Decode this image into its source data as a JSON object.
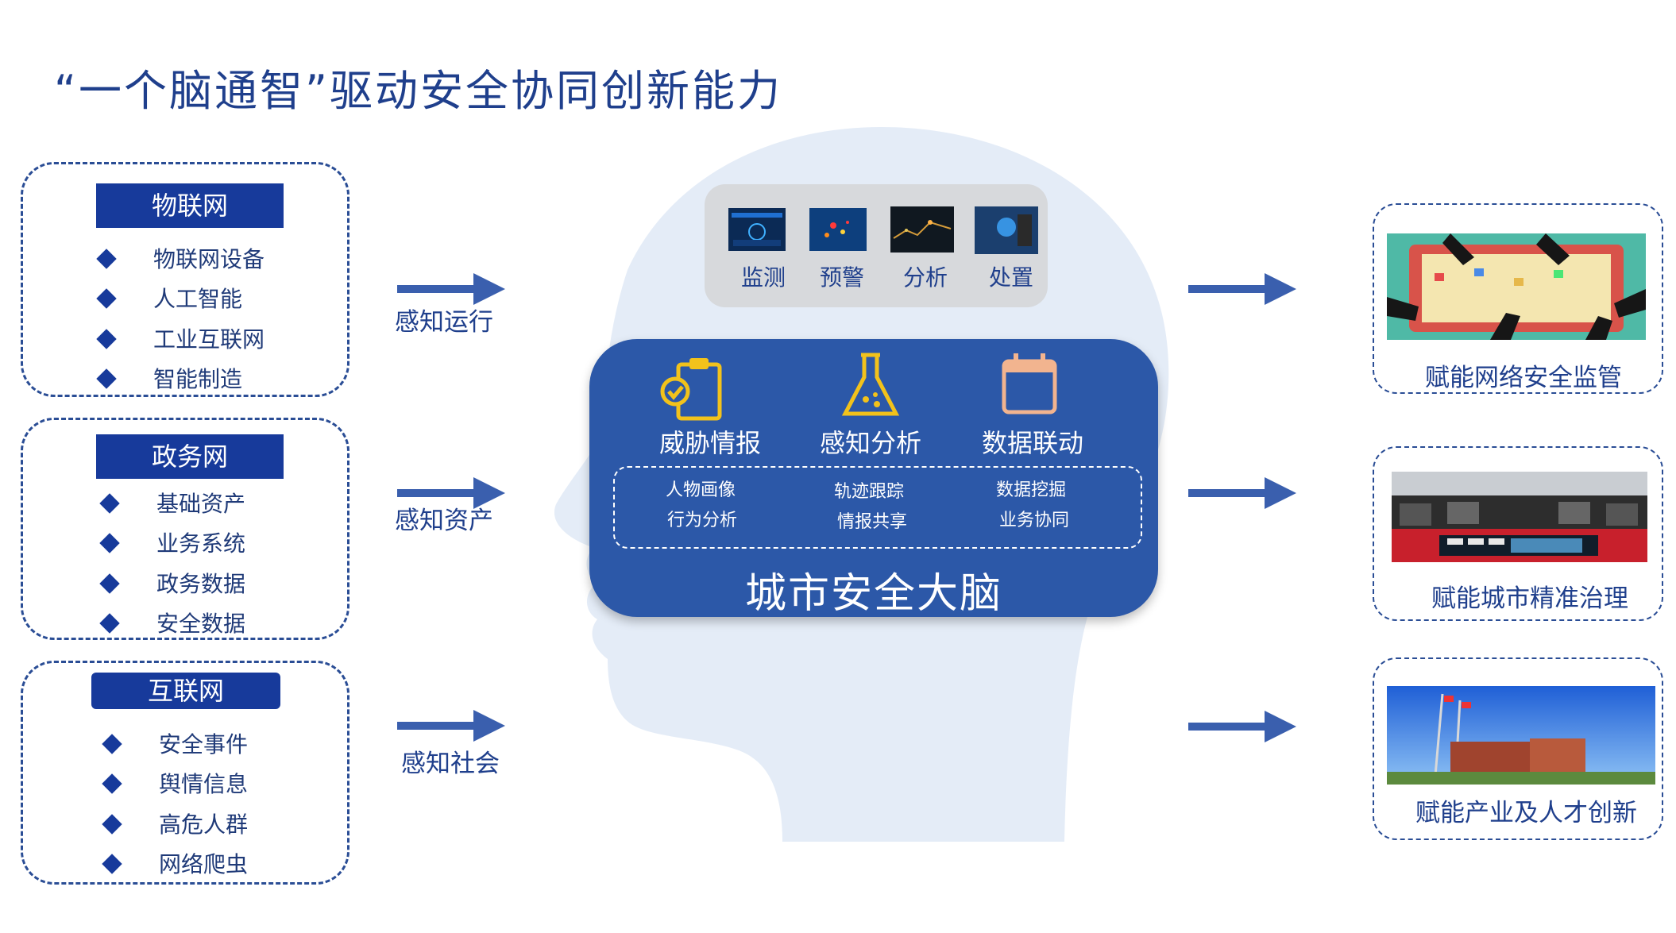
{
  "title": "“一个脑通智”驱动安全协同创新能力",
  "sources": [
    {
      "header": "物联网",
      "items": [
        "物联网设备",
        "人工智能",
        "工业互联网",
        "智能制造"
      ]
    },
    {
      "header": "政务网",
      "items": [
        "基础资产",
        "业务系统",
        "政务数据",
        "安全数据"
      ]
    },
    {
      "header": "互联网",
      "items": [
        "安全事件",
        "舆情信息",
        "高危人群",
        "网络爬虫"
      ]
    }
  ],
  "arrow_labels": [
    "感知运行",
    "感知资产",
    "感知社会"
  ],
  "tools": [
    "监测",
    "预警",
    "分析",
    "处置"
  ],
  "capabilities": [
    {
      "label": "威胁情报",
      "icon": "clipboard-check-icon"
    },
    {
      "label": "感知分析",
      "icon": "flask-icon"
    },
    {
      "label": "数据联动",
      "icon": "calendar-icon"
    }
  ],
  "sub_capabilities": [
    [
      "人物画像",
      "行为分析"
    ],
    [
      "轨迹跟踪",
      "情报共享"
    ],
    [
      "数据挖掘",
      "业务协同"
    ]
  ],
  "brain_title": "城市安全大脑",
  "outputs": [
    "赋能网络安全监管",
    "赋能城市精准治理",
    "赋能产业及人才创新"
  ],
  "colors": {
    "navy": "#173a9b",
    "brain_panel": "#2c58a8",
    "head": "#e4ecf7",
    "icon_yellow": "#f2c21b",
    "icon_peach": "#f2b48f",
    "arrow": "#3a5fae"
  }
}
